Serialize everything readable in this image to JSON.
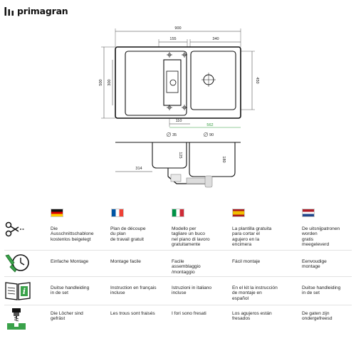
{
  "brand": {
    "name": "primagran"
  },
  "drawing": {
    "dims": {
      "total_width": "900",
      "left_offset": "155",
      "right_width": "340",
      "depth": "500",
      "inner_height_left": "300",
      "inner_height_right": "450",
      "small_offset": "110",
      "bowl_spacing": "562",
      "drain_small": "35",
      "drain_large": "90",
      "side_depth_left": "314",
      "side_depth_mid": "125",
      "side_depth_right": "180"
    }
  },
  "languages": [
    {
      "code": "de",
      "flag": "germany-flag"
    },
    {
      "code": "fr",
      "flag": "france-flag"
    },
    {
      "code": "it",
      "flag": "italy-flag"
    },
    {
      "code": "es",
      "flag": "spain-flag"
    },
    {
      "code": "nl",
      "flag": "netherlands-flag"
    }
  ],
  "rows": [
    {
      "icon": "scissors-template-icon",
      "texts": [
        "Die\nAusschnittschablone\nkostenlos beigelegt",
        "Plan de découpe\ndu plan\nde travail gratuit",
        "Modello per\ntagliare un buco\nnel piano di lavoro\ngratuitamente",
        "La plantilla gratuita\npara cortar el\nagujero en la\nencimera",
        "De uitsnijpatronen\nworden\ngratis\nmeegeleverd"
      ]
    },
    {
      "icon": "wrench-clock-icon",
      "texts": [
        "Einfache Montage",
        "Montage facile",
        "Facile\nassemblaggio\n/montaggio",
        "Fácil montaje",
        "Eenvoudige\nmontage"
      ]
    },
    {
      "icon": "manual-book-icon",
      "texts": [
        "Duitse handleiding\nin de set",
        "Instruction en français\nincluse",
        "Istruzioni in italiano\nincluse",
        "En el kit la instrucción\nde montaje en\nespañol",
        "Duitse handleiding\nin de set"
      ]
    },
    {
      "icon": "drill-holes-icon",
      "texts": [
        "Die Löcher sind\ngefräst",
        "Les trous sont fraisés",
        "I fori sono fresati",
        "Los agujeros están\nfresados",
        "De gaten zijn\nondergefreesd"
      ]
    }
  ]
}
